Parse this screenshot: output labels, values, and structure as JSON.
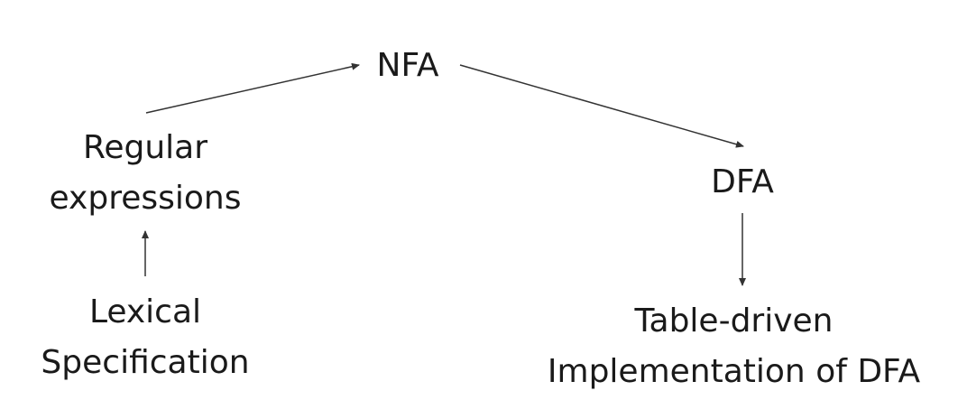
{
  "nodes": {
    "nfa": "NFA",
    "regex_line1": "Regular",
    "regex_line2": "expressions",
    "lexical_line1": "Lexical",
    "lexical_line2": "Specification",
    "dfa": "DFA",
    "table_line1": "Table-driven",
    "table_line2": "Implementation of DFA"
  },
  "colors": {
    "text": "#1a1a1a",
    "arrow": "#333333",
    "background": "#ffffff"
  }
}
